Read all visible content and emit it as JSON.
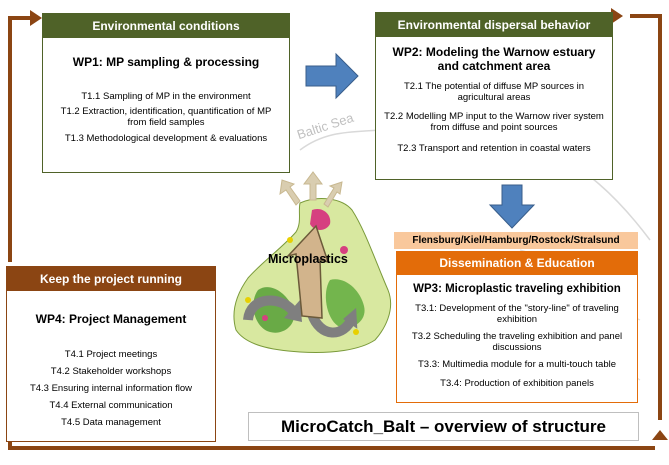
{
  "colors": {
    "green": "#4f6228",
    "orange": "#e36c09",
    "brown": "#8b4513",
    "sand": "#f9c89c",
    "arrow_blue": "#4f81bd"
  },
  "wp1": {
    "header": "Environmental conditions",
    "title": "WP1: MP sampling & processing",
    "tasks": [
      "T1.1 Sampling of MP in the environment",
      "T1.2 Extraction, identification, quantification of MP from field samples",
      "T1.3 Methodological development & evaluations"
    ]
  },
  "wp2": {
    "header": "Environmental dispersal behavior",
    "title": "WP2: Modeling the Warnow estuary and catchment area",
    "tasks": [
      "T2.1 The potential of diffuse MP sources in agricultural areas",
      "T2.2 Modelling MP input to the Warnow river system from diffuse and point sources",
      "T2.3 Transport and retention in coastal waters"
    ]
  },
  "wp3": {
    "cities": "Flensburg/Kiel/Hamburg/Rostock/Stralsund",
    "header": "Dissemination & Education",
    "title": "WP3: Microplastic traveling exhibition",
    "tasks": [
      "T3.1: Development of the \"story-line\" of traveling exhibition",
      "T3.2 Scheduling the traveling exhibition and panel discussions",
      "T3.3: Multimedia module for a multi-touch table",
      "T3.4: Production of exhibition panels"
    ]
  },
  "wp4": {
    "header": "Keep the project running",
    "title": "WP4: Project Management",
    "tasks": [
      "T4.1 Project  meetings",
      "T4.2 Stakeholder workshops",
      "T4.3 Ensuring  internal information flow",
      "T4.4 External communication",
      "T4.5 Data management"
    ]
  },
  "map": {
    "sea_label": "Baltic Sea",
    "center_label": "Microplastics"
  },
  "footer": {
    "title": "MicroCatch_Balt – overview of structure"
  }
}
